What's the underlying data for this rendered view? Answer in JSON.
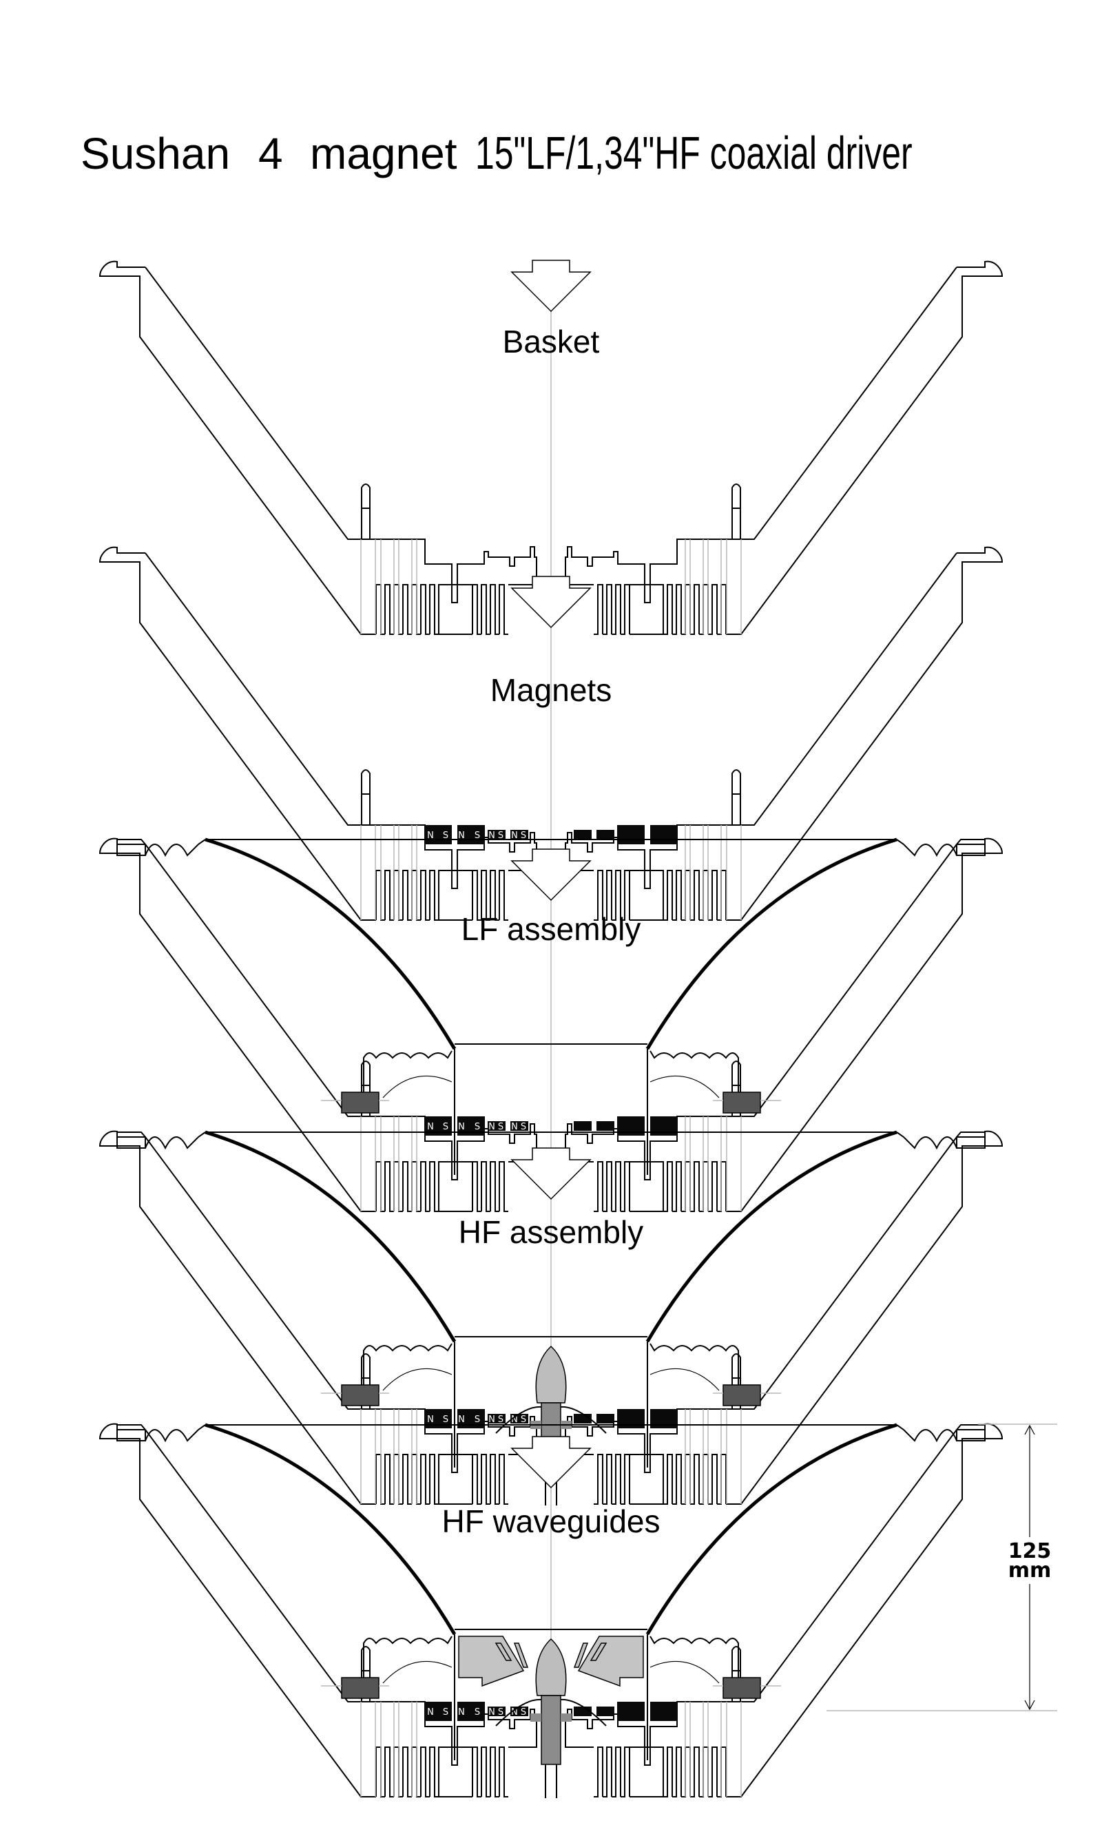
{
  "title": {
    "segments": [
      "Sushan",
      "4",
      "magnet",
      "15\"LF/1,34\"HF coaxial driver"
    ]
  },
  "stages": [
    {
      "label": "Basket",
      "components": [
        "basket"
      ]
    },
    {
      "label": "Magnets",
      "components": [
        "basket",
        "magnets"
      ]
    },
    {
      "label": "LF assembly",
      "components": [
        "basket",
        "magnets",
        "lf_assembly"
      ]
    },
    {
      "label": "HF assembly",
      "components": [
        "basket",
        "magnets",
        "lf_assembly",
        "hf_assembly"
      ]
    },
    {
      "label": "HF waveguides",
      "components": [
        "basket",
        "magnets",
        "lf_assembly",
        "hf_assembly",
        "hf_waveguides"
      ]
    }
  ],
  "magnet_polarity_labels": [
    "N",
    "S",
    "N",
    "S",
    "N",
    "S",
    "N",
    "S"
  ],
  "dimension": {
    "value": "125",
    "unit": "mm",
    "applies_to": "HF waveguides"
  },
  "colors": {
    "line": "#000000",
    "construction_line": "#b8b8b8",
    "magnet": "#0a0a0a",
    "lf_frame": "#555555",
    "hf_dome": "#bdbdbd",
    "hf_body": "#8c8c8c",
    "waveguide": "#c4c4c4"
  }
}
